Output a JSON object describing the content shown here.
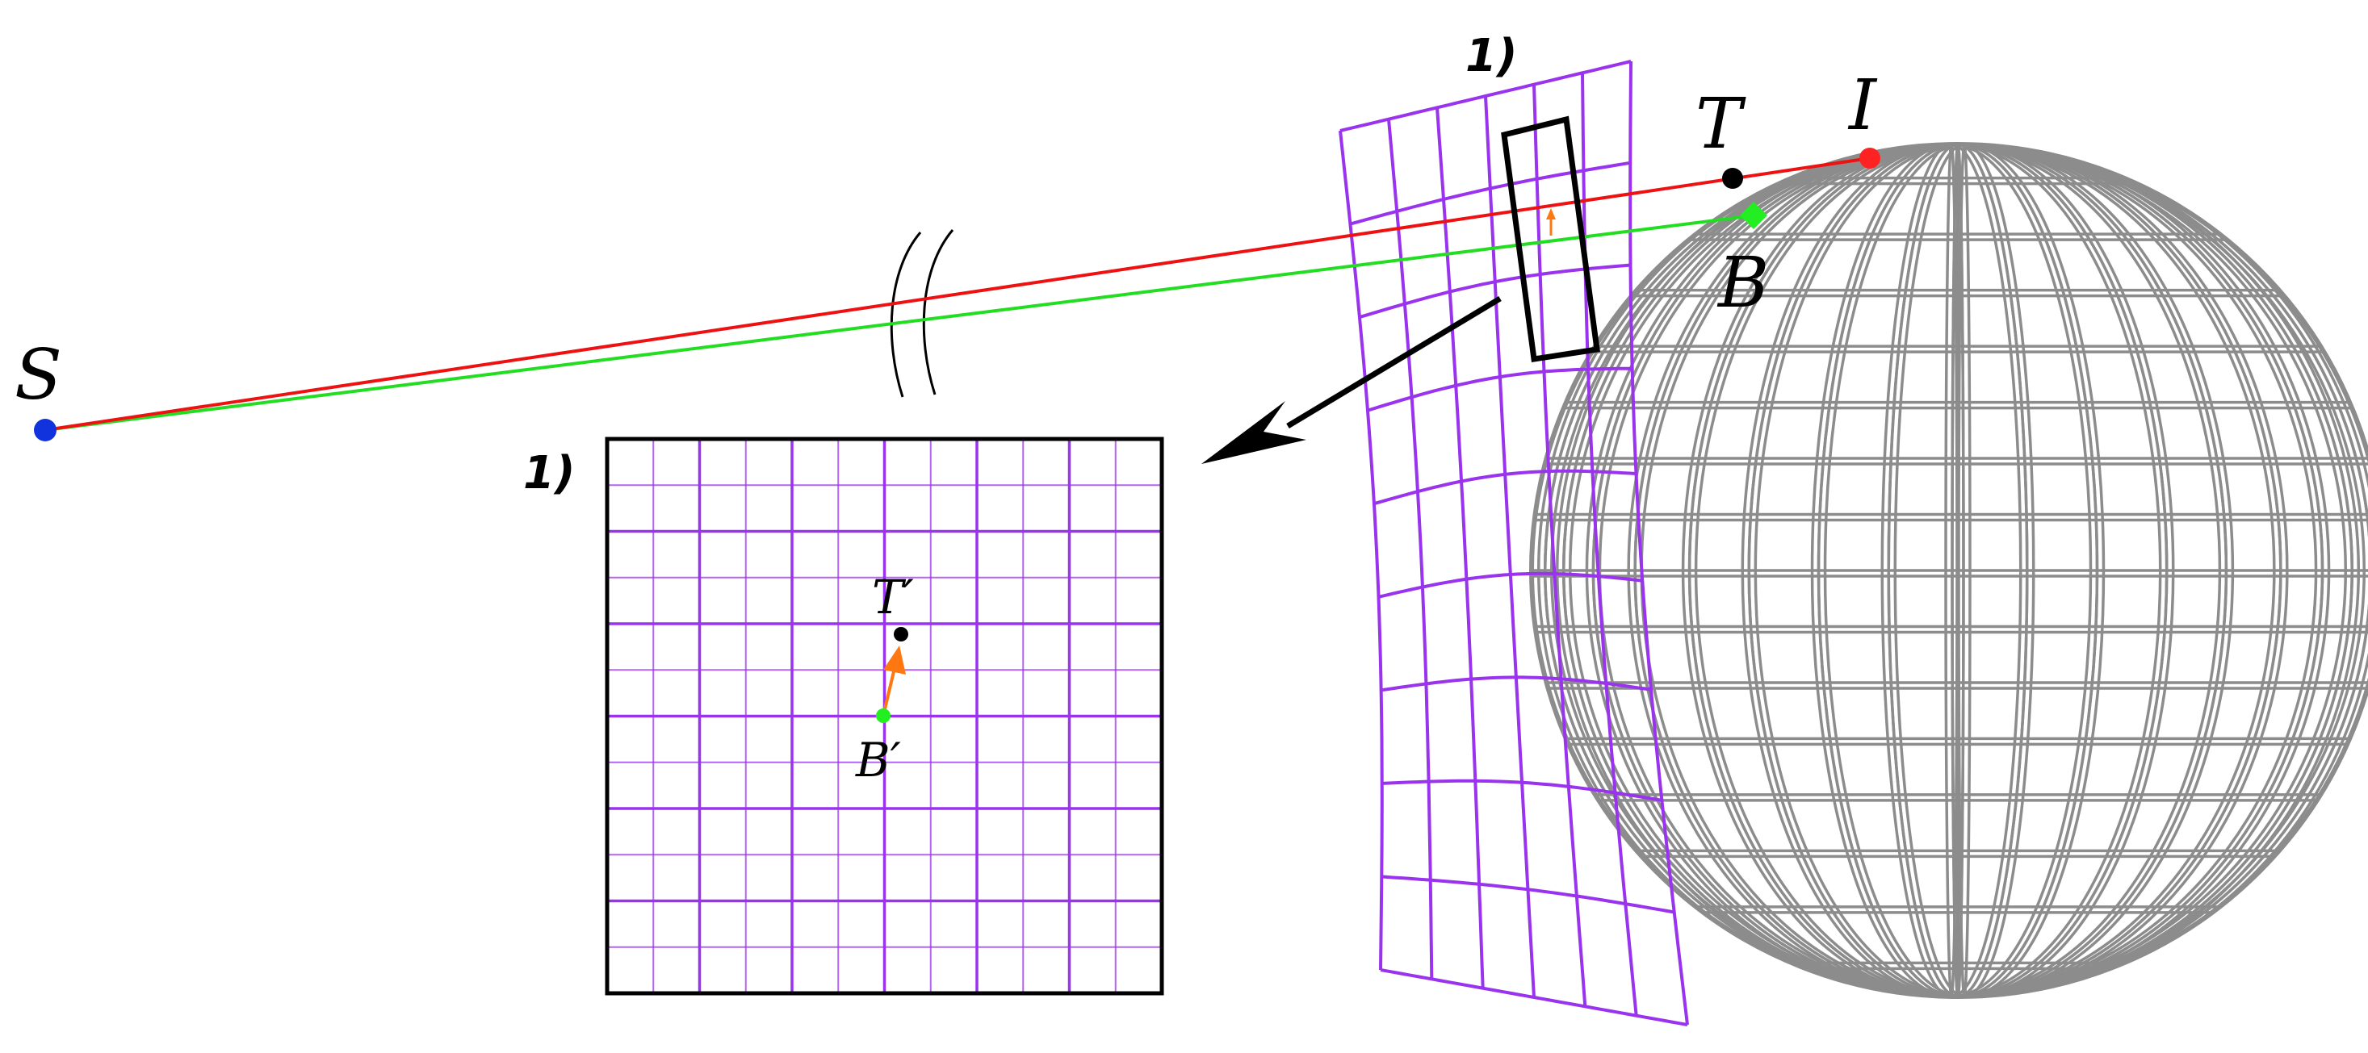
{
  "labels": {
    "source": "S",
    "target": "T",
    "intersection": "I",
    "beam_point": "B",
    "target_projected": "T′",
    "beam_projected": "B′",
    "detail_marker": "1)",
    "inset_marker": "1)"
  },
  "colors": {
    "red_ray": "#ee1111",
    "green_ray": "#22dd22",
    "source_point": "#1133dd",
    "intersection_point": "#ff2222",
    "target_point": "#000000",
    "beam_point": "#22ee22",
    "grid": "#9933ee",
    "sphere": "#8c8c8c",
    "offset_arrow": "#ff7711",
    "frame": "#000000"
  },
  "icons": {
    "pointer_arrow": "arrow-icon",
    "offset_arrow": "offset-arrow-icon",
    "axis_break": "axis-break-icon"
  }
}
